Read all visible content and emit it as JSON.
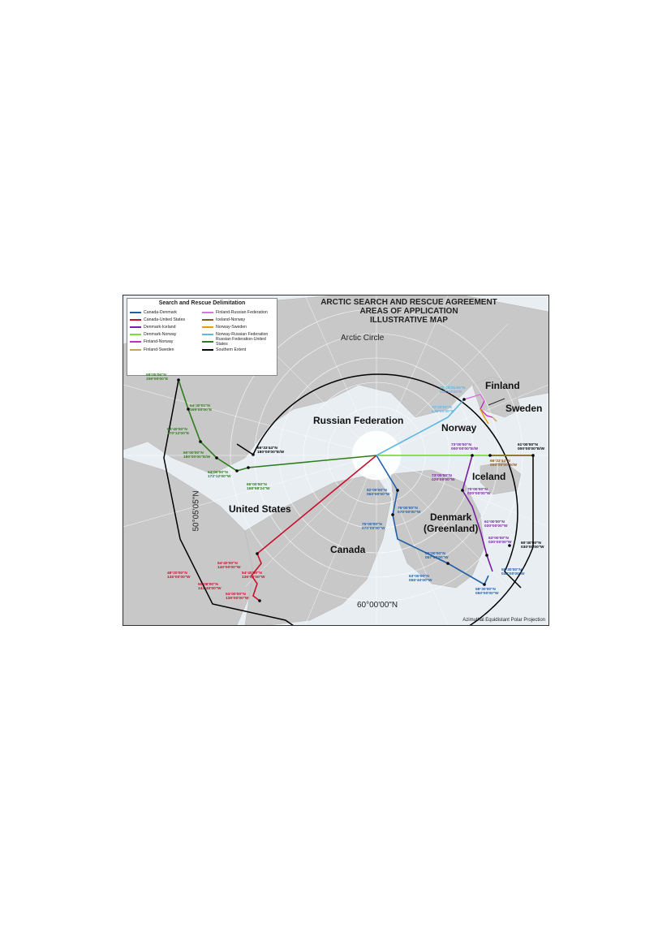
{
  "title_lines": [
    "ARCTIC SEARCH AND RESCUE AGREEMENT",
    "AREAS OF APPLICATION",
    "ILLUSTRATIVE MAP"
  ],
  "legend": {
    "title": "Search and Rescue Delimitation",
    "left": [
      {
        "label": "Canada-Denmark",
        "color": "#1f5fa8"
      },
      {
        "label": "Canada-United States",
        "color": "#c8102e"
      },
      {
        "label": "Denmark-Iceland",
        "color": "#7a1fa2"
      },
      {
        "label": "Denmark-Norway",
        "color": "#7ddc3a"
      },
      {
        "label": "Finland-Norway",
        "color": "#c030c0"
      },
      {
        "label": "Finland-Sweden",
        "color": "#c8a060"
      }
    ],
    "right": [
      {
        "label": "Finland-Russian Federation",
        "color": "#e070e0"
      },
      {
        "label": "Iceland-Norway",
        "color": "#8a5a1a"
      },
      {
        "label": "Norway-Sweden",
        "color": "#e0a000"
      },
      {
        "label": "Norway-Russian Federation",
        "color": "#60b8e0"
      },
      {
        "label": "Russian Federation-United States",
        "color": "#2e7d1a"
      },
      {
        "label": "Southern Extent",
        "color": "#000000"
      }
    ]
  },
  "countries": {
    "finland": "Finland",
    "sweden": "Sweden",
    "russia": "Russian Federation",
    "norway": "Norway",
    "iceland": "Iceland",
    "united_states": "United States",
    "canada": "Canada",
    "denmark": "Denmark",
    "greenland": "(Greenland)"
  },
  "labels": {
    "arctic_circle": "Arctic Circle",
    "lat_60": "60°00'00\"N",
    "lat_50": "50°05'05\"N",
    "projection": "Azimuthal Equidistant Polar Projection"
  },
  "coords": {
    "c1": [
      "58°05'06\"N",
      "159°00'00\"E"
    ],
    "c2": [
      "64°30'01\"N",
      "169°00'00\"E"
    ],
    "c3": [
      "64°40'00\"N",
      "170°12'00\"E"
    ],
    "c4": [
      "60°00'00\"N",
      "180°00'00\"E/W"
    ],
    "c5": [
      "64°00'00\"N",
      "172°12'00\"W"
    ],
    "c6": [
      "65°00'00\"N",
      "168°58'24\"W"
    ],
    "c7": [
      "66°33'44\"N",
      "180°00'00\"E/W"
    ],
    "c8": [
      "70°18'25.89\"N",
      "032°04'33\"E"
    ],
    "c9": [
      "72°23'01\"N",
      "038°00'00\"E"
    ],
    "c10": [
      "73°00'00\"N",
      "000°00'00\"E/W"
    ],
    "c11": [
      "61°00'00\"N",
      "000°00'00\"E/W"
    ],
    "c12": [
      "66°33'44\"N",
      "000°00'00\"E/W"
    ],
    "c13": [
      "73°00'00\"N",
      "020°00'00\"W"
    ],
    "c14": [
      "70°00'00\"N",
      "020°00'00\"W"
    ],
    "c15": [
      "82°00'00\"N",
      "060°00'00\"W"
    ],
    "c16": [
      "76°00'00\"N",
      "070°00'00\"W"
    ],
    "c17": [
      "75°00'00\"N",
      "070°00'00\"W"
    ],
    "c18": [
      "61°00'00\"N",
      "030°00'00\"W"
    ],
    "c19": [
      "63°00'00\"N",
      "030°00'00\"W"
    ],
    "c20": [
      "60°30'00\"N",
      "030°00'00\"W"
    ],
    "c21": [
      "65°00'00\"N",
      "057°45'00\"W"
    ],
    "c22": [
      "63°00'00\"N",
      "055°40'00\"W"
    ],
    "c23": [
      "58°30'00\"N",
      "043°00'00\"W"
    ],
    "c24": [
      "58°30'00\"N",
      "050°00'00\"W"
    ],
    "c25": [
      "54°40'00\"N",
      "140°00'00\"W"
    ],
    "c26": [
      "54°40'00\"N",
      "136°00'00\"W"
    ],
    "c27": [
      "48°20'00\"N",
      "145°00'00\"W"
    ],
    "c28": [
      "50°08'00\"N",
      "143°40'00\"W"
    ],
    "c29": [
      "54°00'00\"N",
      "136°00'00\"W"
    ]
  }
}
